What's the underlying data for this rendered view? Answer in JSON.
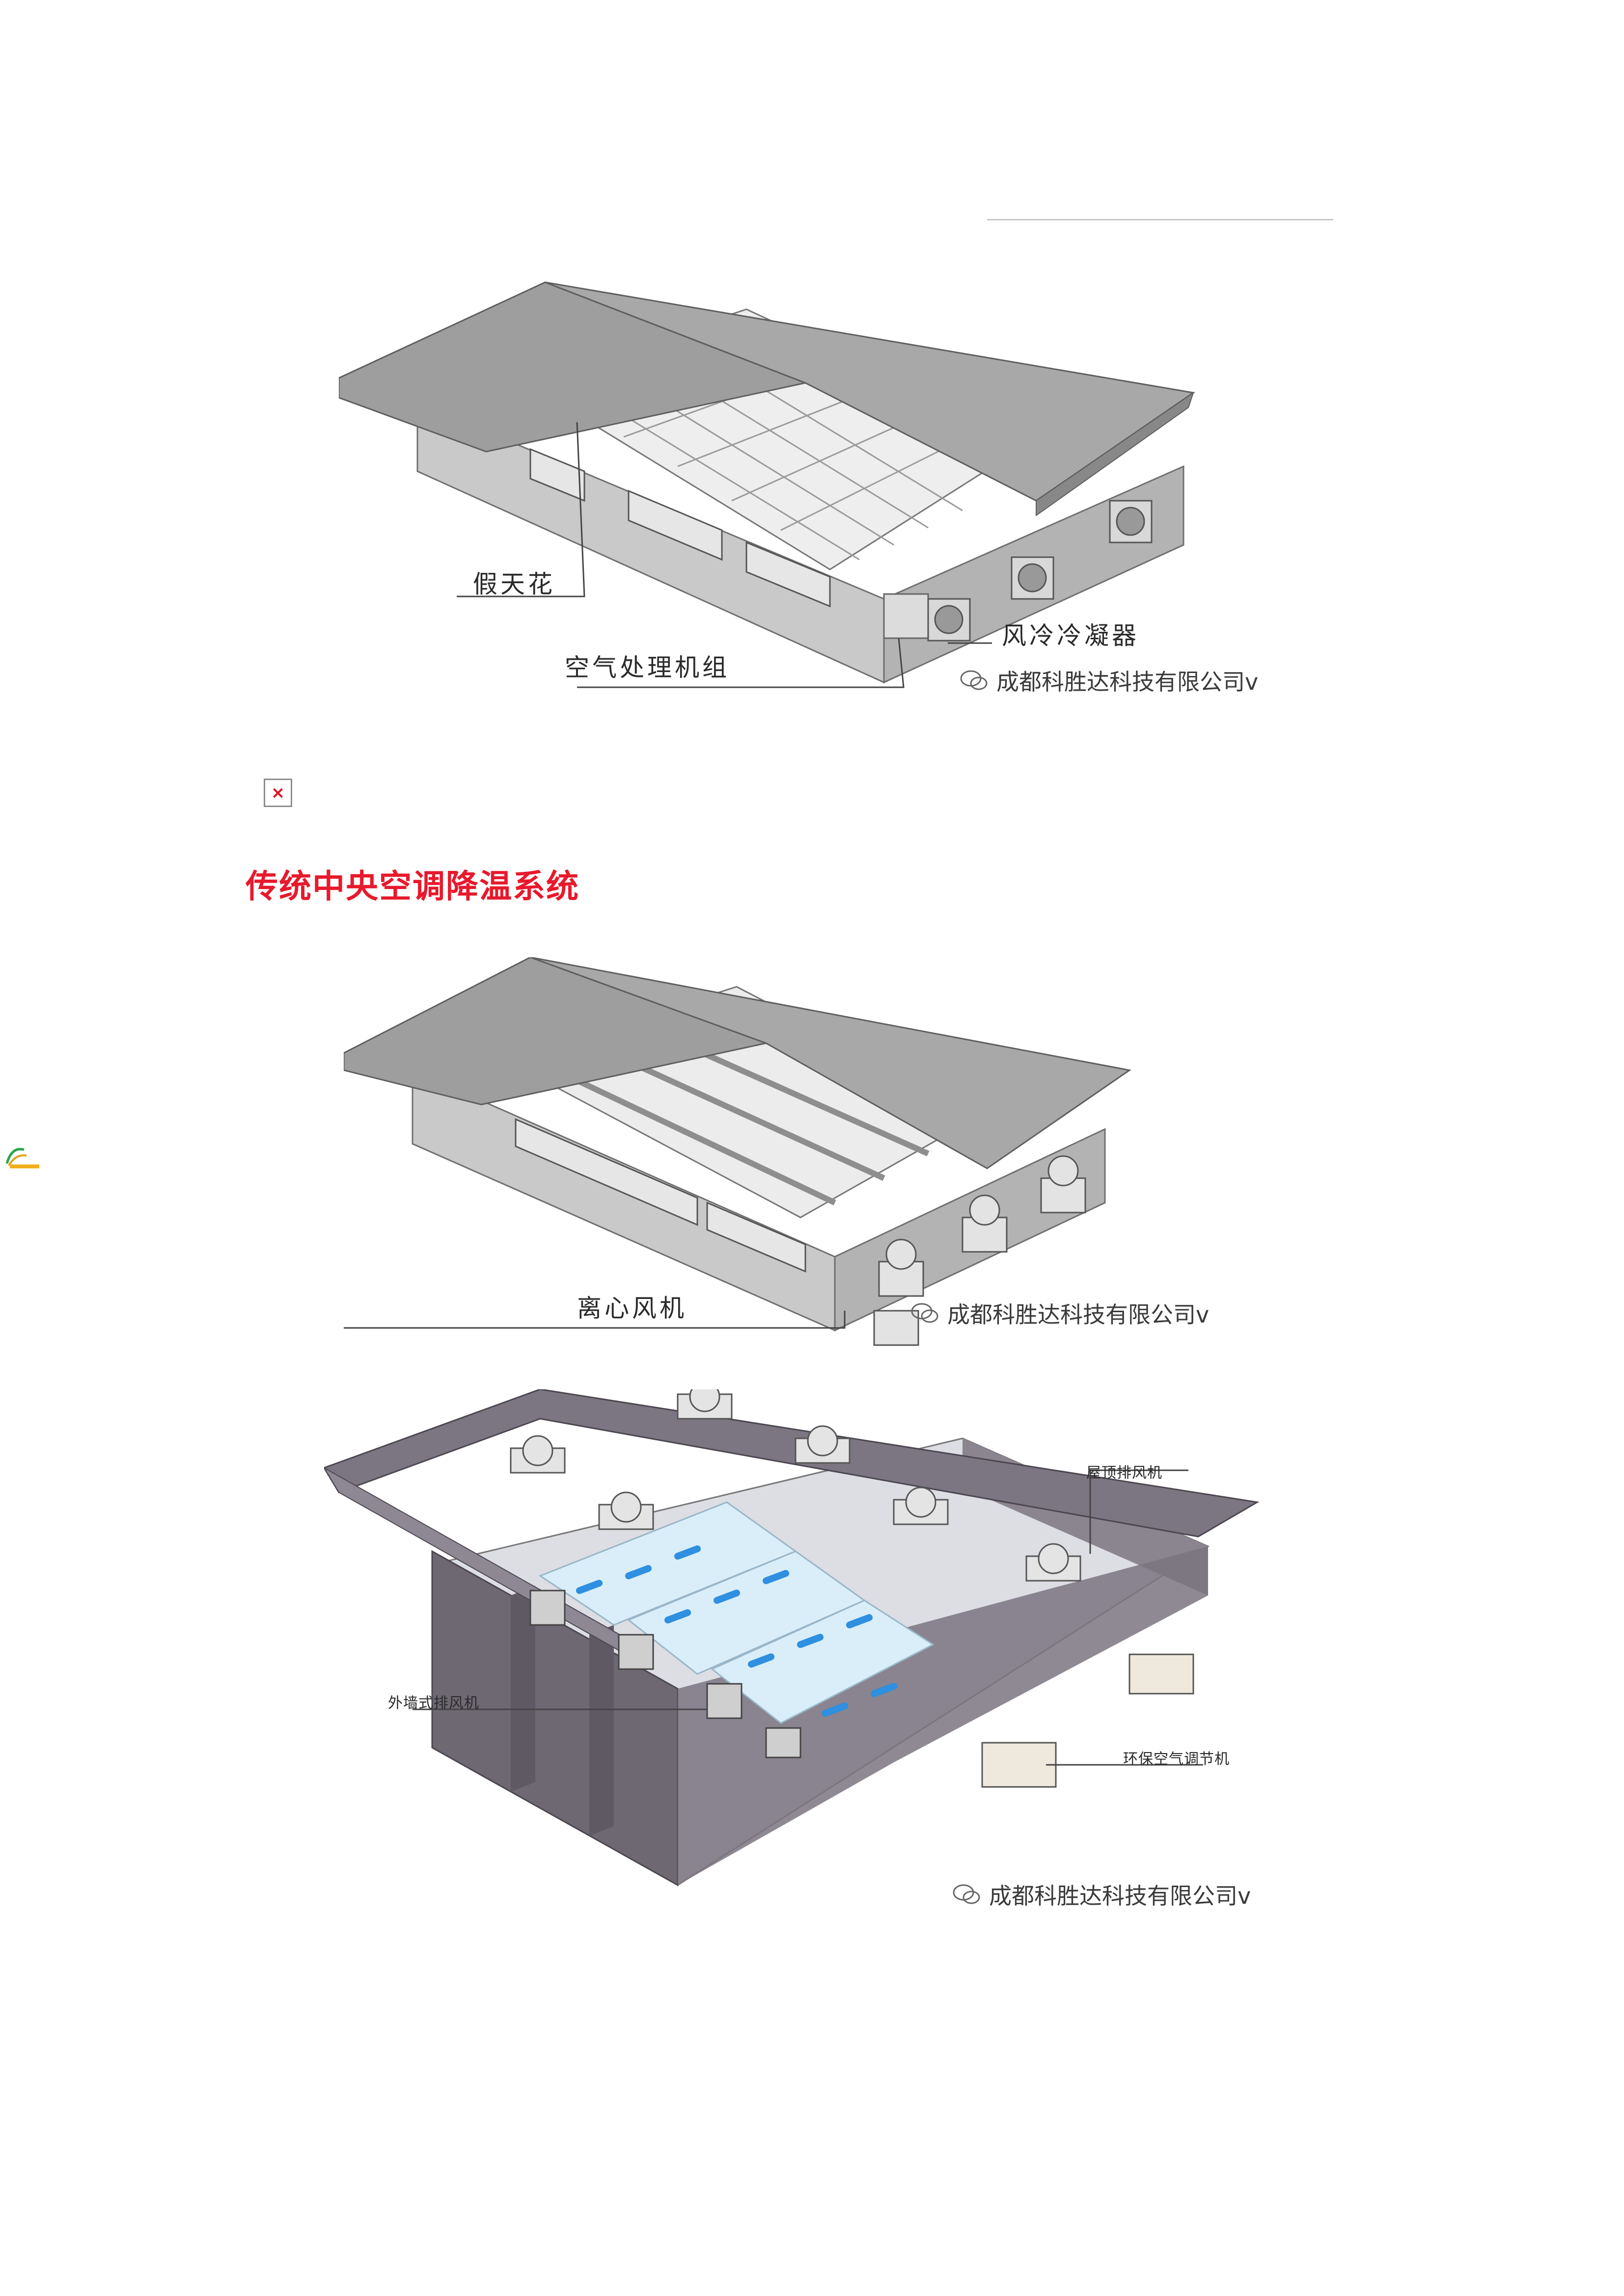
{
  "heading": "传统中央空调降温系统",
  "watermark": "成都科胜达科技有限公司v",
  "diagram1": {
    "labels": {
      "false_ceiling": "假天花",
      "air_handling_unit": "空气处理机组",
      "air_cooled_condenser": "风冷冷凝器"
    }
  },
  "diagram2": {
    "labels": {
      "centrifugal_fan": "离心风机"
    }
  },
  "diagram3": {
    "labels": {
      "roof_exhaust_fan": "屋顶排风机",
      "wall_exhaust_fan": "外墙式排风机",
      "eco_air_conditioner": "环保空气调节机"
    }
  },
  "colors": {
    "heading": "#e8192c",
    "roof_gray": "#9a9a9a",
    "wall_gray": "#bdbdbd",
    "interior_purple": "#6e6873",
    "duct_blue": "#2f8fe0"
  },
  "icons": [
    "broken-image-icon",
    "wechat-icon",
    "site-logo-icon"
  ]
}
